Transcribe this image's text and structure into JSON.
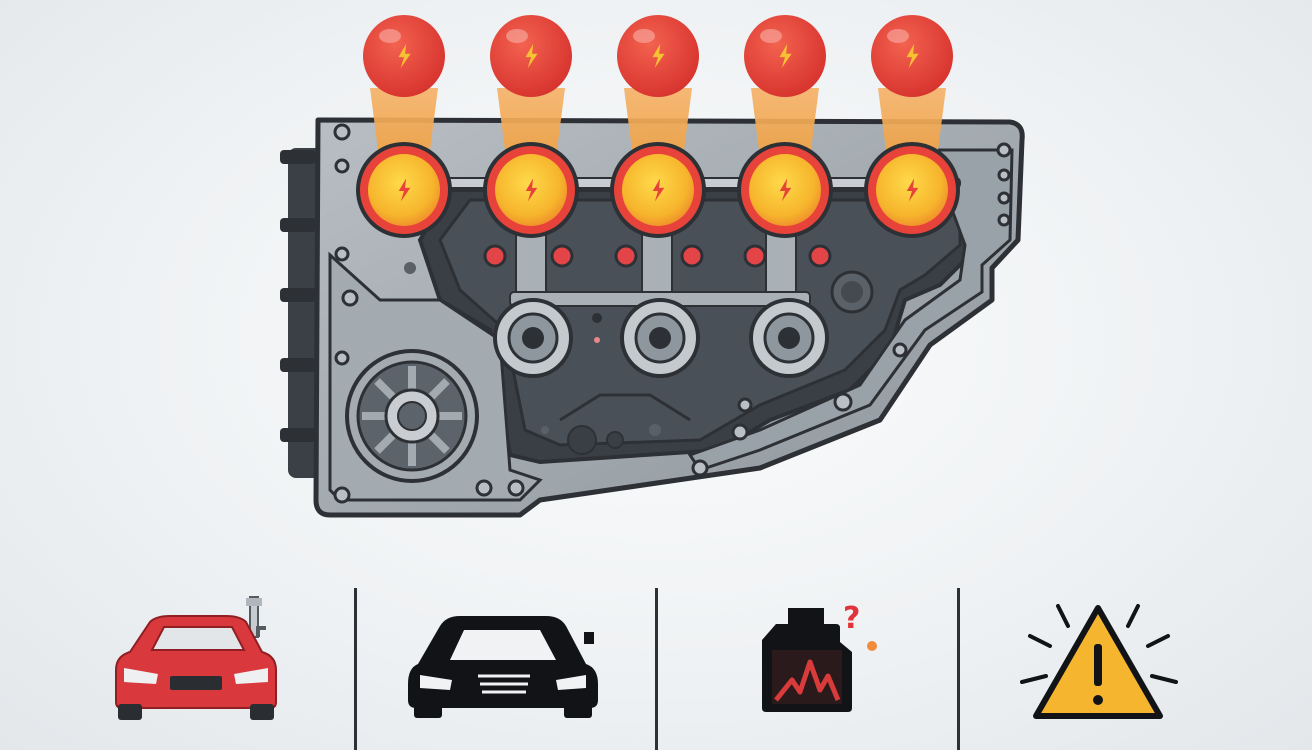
{
  "illustration": {
    "main_subject": "engine-block-with-spark-plugs",
    "accent_colors": {
      "spark_red": "#e8433a",
      "spark_orange": "#f2a446",
      "spark_yellow": "#f6c132",
      "metal_light": "#a9b0b6",
      "metal_dark": "#3a3f46",
      "car_red": "#d9383d",
      "warning_yellow": "#f5b52f"
    },
    "spark_plug_count": 5,
    "icons": [
      {
        "id": "red-car",
        "icon": "red-car-with-exhaust-icon"
      },
      {
        "id": "black-car",
        "icon": "black-car-front-icon"
      },
      {
        "id": "fuel-can",
        "icon": "fuel-can-question-icon"
      },
      {
        "id": "warning",
        "icon": "warning-triangle-icon"
      }
    ]
  }
}
